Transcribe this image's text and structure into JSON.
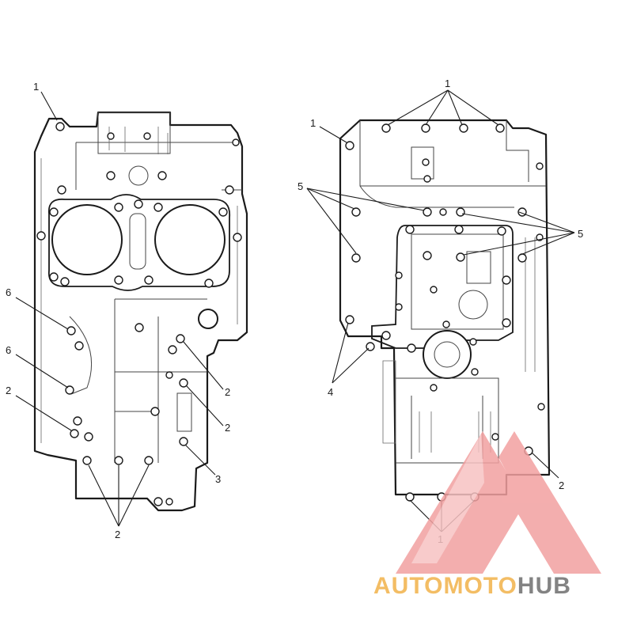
{
  "callouts": {
    "left": {
      "c1": "1",
      "c6a": "6",
      "c6b": "6",
      "c2a": "2",
      "c2b": "2",
      "c2c": "2",
      "c2d": "2",
      "c3": "3"
    },
    "right": {
      "c1top": "1",
      "c1left": "1",
      "c5left": "5",
      "c5right": "5",
      "c4": "4",
      "c2": "2",
      "c1bottom": "1"
    }
  },
  "watermark": {
    "brand_part1": "AUTOMOTO",
    "brand_part2": "HUB",
    "colors": {
      "triangle": "#f2a0a0",
      "text_orange": "#f2b24a",
      "text_gray": "#6e6e6e"
    }
  }
}
